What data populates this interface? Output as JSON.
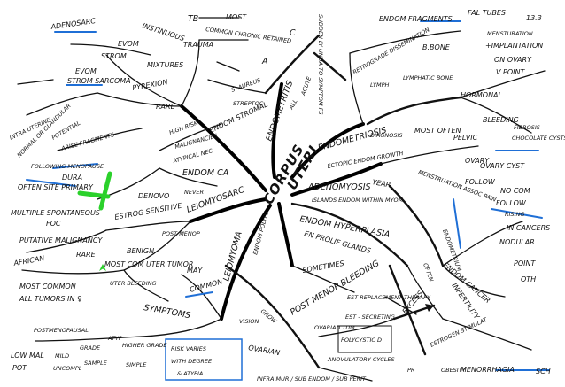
{
  "colors": {
    "ink": "#111111",
    "highlight_blue": "#1f6fd6",
    "highlight_green": "#2bd12b",
    "paper": "#ffffff"
  },
  "center": {
    "line1": "CORPUS",
    "line2": "UTERI"
  },
  "top_left": {
    "adenosarc": "ADENOSARC",
    "strom": "STROM",
    "evom": "EVOM",
    "mixtures": "MIXTURES",
    "evom2": "EVOM",
    "strom_sarcoma": "STROM SARCOMA",
    "pyrexion": "PYREXION",
    "instinuous": "INSTINUOUS",
    "trauma": "TRAUMA",
    "rare": "RARE"
  },
  "top_center": {
    "tb": "TB",
    "most": "MOST",
    "common_chronic": "COMMON CHRONIC RETAINED",
    "c": "C",
    "a": "A",
    "s_aureus": "S. AUREUS",
    "streptoc": "STREPTOC",
    "endometritis": "ENDOMETRITIS",
    "acute": "ACUTE",
    "all": "ALL",
    "sudden_strip": "SUDDEN LY UNDA TO SYMPTOM FS"
  },
  "top_right": {
    "endometrial_fragments": "ENDOM FRAGMENTS",
    "fal_tubes": "FAL TUBES",
    "date": "13.3",
    "mensturation": "MENSTURATION",
    "implantation": "+IMPLANTATION",
    "on_ovary": "ON OVARY",
    "v_point": "V POINT",
    "b_bone": "B.BONE",
    "retrograde": "RETROGRADE DISSEMINATION",
    "lymphatic_bone": "LYMPHATIC BONE",
    "lymph": "LYMPH",
    "bleeding": "BLEEDING",
    "hormonal": "HORMONAL",
    "cysts": "CHOCOLATE CYSTS",
    "fibro": "FIBROSIS"
  },
  "left": {
    "intra_uterine": "INTRA UTERINE",
    "normal_or_glandular": "NORMAL OR GLANDULAR",
    "potential": "POTENTIAL",
    "arise_fragments": "ARISE FRAGMENTS",
    "following_menopause": "FOLLOWING MENOPAUSE",
    "often_site": "OFTEN SITE PRIMARY",
    "multiple": "MULTIPLE SPONTANEOUS",
    "foc": "FOC",
    "putative": "PUTATIVE MALIGNANCY",
    "rare": "RARE",
    "african": "AFRICAN",
    "most_common": "MOST COMMON",
    "all_tumors": "ALL TUMORS IN ♀",
    "dura": "DURA"
  },
  "mid_left": {
    "hyperplasia_risk": "HIGH RISK",
    "malignancies": "MALIGNANCIES",
    "endom_stromal": "ENDOM STROMAL",
    "atypical_nec": "ATYPICAL NEC",
    "endom_ca": "ENDOM CA",
    "denovo": "DENOVO",
    "never": "NEVER",
    "leiomyosarc": "LEIOMYOSARC",
    "estrog_sensitive": "ESTROG SENSITIVE",
    "post_menop": "POST MENOP",
    "benign": "BENIGN",
    "most_com_uterine_tumor": "MOST COM UTER TUMOR",
    "may": "MAY",
    "uter_bleeding": "UTER BLEEDING",
    "leiomyoma": "LEIOMYOMA",
    "endom_polyp": "ENDOM POLYPS",
    "symptoms": "SYMPTOMS",
    "common": "COMMON"
  },
  "center_right": {
    "adenomyosis": "ADENOMYOSIS",
    "islands": "ISLANDS ENDOM WITHIN MYOM",
    "endometriosis": "ENDOMETRIOSIS",
    "ectopic": "ECTOPIC ENDOM GROWTH",
    "endom_hyperplasia": "ENDOM HYPERPLASIA",
    "prolif_glands": "EN PROLIF GLANDS",
    "diagnosis": "DIAGNOSIS",
    "most_often": "MOST OFTEN",
    "pelvic": "PELVIC",
    "ovary": "OVARY",
    "endometrium": "ENDOMETRIUM",
    "follow": "FOLLOW",
    "pain": "MENSTRUATION ASSOC PAIN",
    "fertility": "INFERTILITY",
    "year": "YEAR",
    "often": "OFTEN",
    "endom_cancer": "ENDOM CANCER"
  },
  "bottom": {
    "low": "LOW MAL",
    "pot": "POT",
    "grade": "GRADE",
    "sample": "SAMPLE",
    "high": "HIGHER GRADE",
    "simple": "SIMPLE",
    "risk_varies": "RISK VARIES",
    "with_degree": "WITH DEGREE",
    "atypia": "& ATYPIA",
    "atypical": "ATYP",
    "mild": "MILD",
    "uncomplicated": "UNCOMPL",
    "postmenopausal": "POSTMENOPAUSAL",
    "sometimes": "SOMETIMES",
    "post_menop_bleeding": "POST MENOP BLEEDING",
    "est_replacement": "EST REPLACEMENT THERAPY",
    "est_secreting": "EST - SECRETING",
    "ovarian_tum": "OVARIAN TUM",
    "polycystic": "POLYCYSTIC D",
    "anovulatory": "ANOVULATORY CYCLES",
    "infarction": "INFRA MUR / SUB ENDOM / SUB PERIT",
    "mucosal": "MENORRHAGIA",
    "estrogen": "ESTROGEN STIMULAT",
    "excess": "EXCESS",
    "sch": "SCH",
    "ovarian": "OVARIAN",
    "grow": "GROW",
    "vision": "VISION",
    "obesity": "OBESITY",
    "pr": "PR"
  },
  "far_right": {
    "ovary_cyst": "OVARY CYST",
    "no_com": "NO COM",
    "follow": "FOLLOW",
    "rising": "RISING",
    "in_cancers": "IN CANCERS",
    "nodular": "NODULAR",
    "point": "POINT",
    "oth": "OTH"
  }
}
